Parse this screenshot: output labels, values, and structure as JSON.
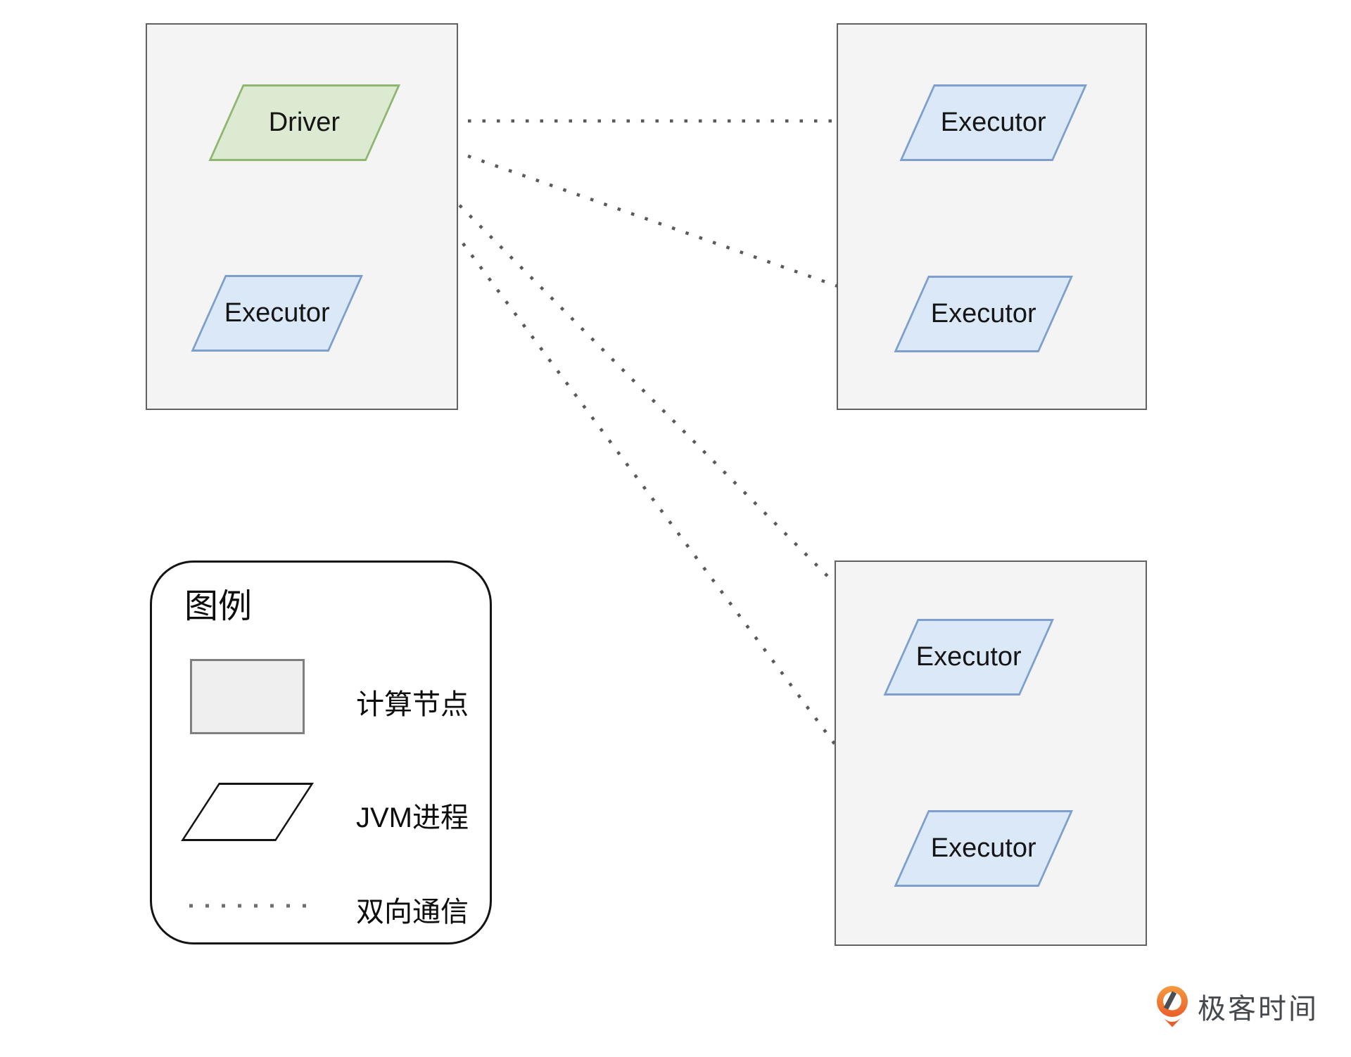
{
  "diagram": {
    "driver_label": "Driver",
    "executor_label": "Executor",
    "compute_nodes": 3,
    "connectors": [
      {
        "from": "driver",
        "to": "local-executor",
        "style": "dotted"
      },
      {
        "from": "driver",
        "to": "top-right-executor-1",
        "style": "dotted"
      },
      {
        "from": "driver",
        "to": "top-right-executor-2",
        "style": "dotted"
      },
      {
        "from": "driver",
        "to": "bottom-right-executor-1",
        "style": "dotted"
      },
      {
        "from": "driver",
        "to": "bottom-right-executor-2",
        "style": "dotted"
      }
    ]
  },
  "legend": {
    "title": "图例",
    "items": [
      {
        "id": "compute-node",
        "label": "计算节点"
      },
      {
        "id": "jvm-process",
        "label": "JVM进程"
      },
      {
        "id": "bidirectional-communication",
        "label": "双向通信"
      }
    ]
  },
  "branding": {
    "logo_text": "极客时间"
  },
  "colors": {
    "compute_node_fill": "#f4f4f5",
    "compute_node_border": "#616161",
    "driver_fill": "#dcead2",
    "driver_border": "#8fb671",
    "executor_fill": "#dbe8f8",
    "executor_border": "#7e9fcc",
    "connector_dot": "#5a5a5a",
    "logo_orange": "#ec662c",
    "logo_text_color": "#45484d"
  }
}
